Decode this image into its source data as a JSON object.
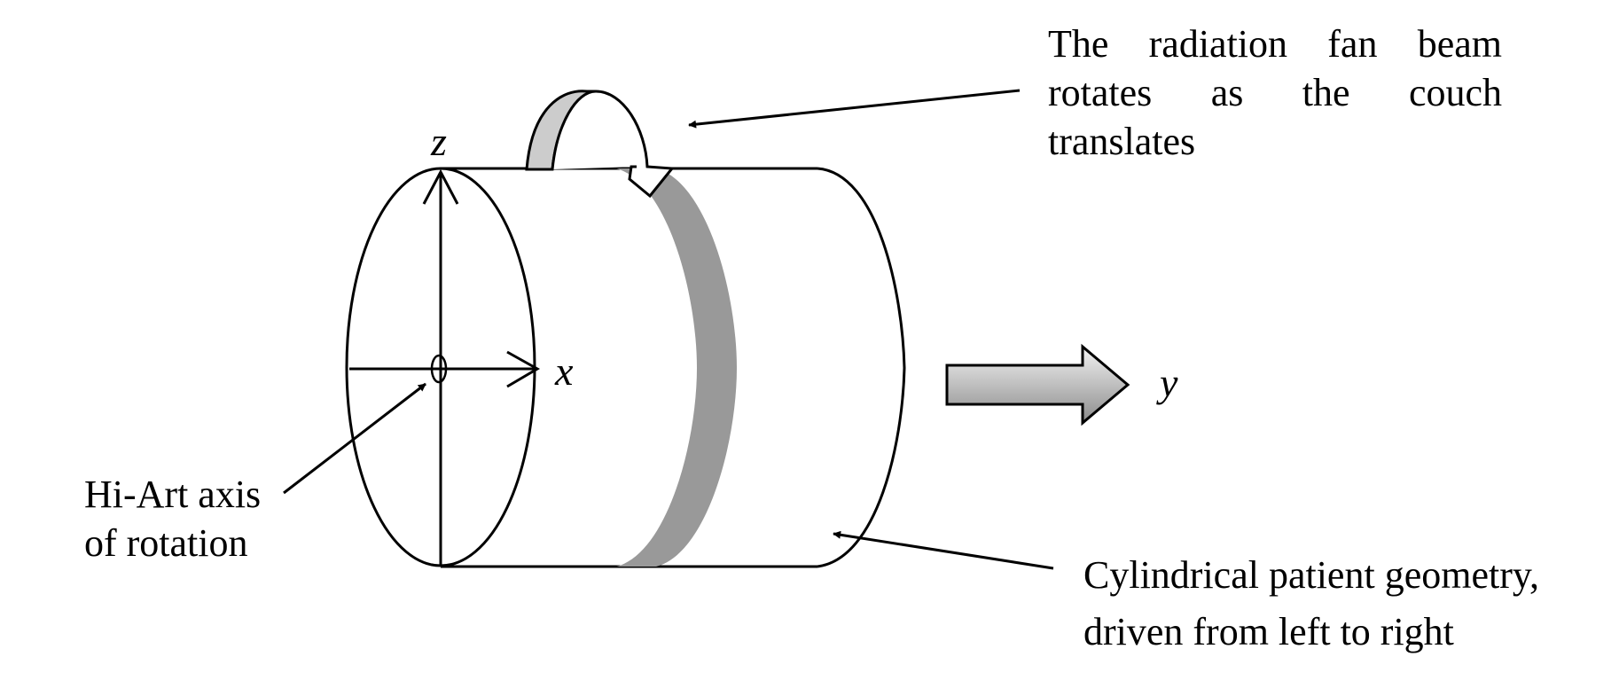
{
  "axes": {
    "x": "x",
    "y": "y",
    "z": "z"
  },
  "callouts": {
    "fan_beam": "The radiation fan beam rotates as the couch translates",
    "axis_rotation_line1": "Hi-Art axis",
    "axis_rotation_line2": "of rotation",
    "cylinder_line1": "Cylindrical patient geometry,",
    "cylinder_line2": "driven from left to right"
  },
  "colors": {
    "outline": "#000000",
    "fan_band": "#999999",
    "rotation_arrow": "#cccccc",
    "gradient_light": "#f2f2f2",
    "gradient_dark": "#8c8c8c"
  }
}
